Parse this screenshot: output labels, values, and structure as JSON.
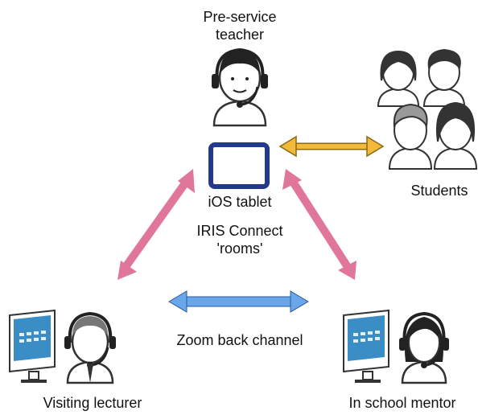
{
  "nodes": {
    "teacher": {
      "label_line1": "Pre-service",
      "label_line2": "teacher"
    },
    "tablet": {
      "label": "iOS tablet"
    },
    "rooms": {
      "label_line1": "IRIS Connect",
      "label_line2": "'rooms'"
    },
    "students": {
      "label": "Students"
    },
    "zoom": {
      "label": "Zoom back channel"
    },
    "lecturer": {
      "label": "Visiting lecturer"
    },
    "mentor": {
      "label": "In school mentor"
    }
  },
  "colors": {
    "pink_arrow": "#e0779a",
    "yellow_arrow": "#f2b93b",
    "blue_arrow": "#6aa6ea",
    "tablet": "#233a8c",
    "outline": "#333333",
    "monitor": "#3b8ec5"
  },
  "icons": [
    "headset-person-icon",
    "tablet-icon",
    "students-group-icon",
    "desktop-monitor-icon"
  ]
}
